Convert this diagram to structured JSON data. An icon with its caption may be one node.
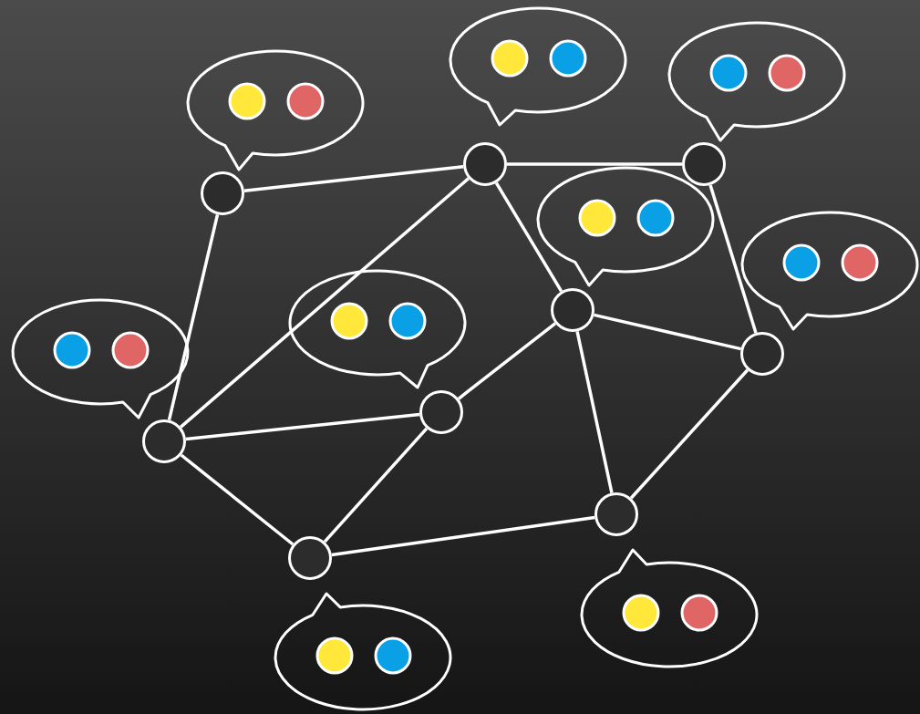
{
  "diagram": {
    "nodes": [
      {
        "text": [],
        "shape": "circle"
      },
      {
        "text": [],
        "shape": "circle"
      },
      {
        "text": [],
        "shape": "circle"
      },
      {
        "text": [],
        "shape": "circle"
      },
      {
        "text": [],
        "shape": "circle"
      },
      {
        "text": [],
        "shape": "circle"
      },
      {
        "text": [],
        "shape": "circle"
      },
      {
        "text": [],
        "shape": "circle"
      },
      {
        "text": [],
        "shape": "circle"
      }
    ],
    "edges": [
      {
        "from": 2,
        "to": 0,
        "arrow": "none"
      },
      {
        "from": 0,
        "to": 1,
        "arrow": "none"
      },
      {
        "from": 2,
        "to": 6,
        "arrow": "none"
      },
      {
        "from": 0,
        "to": 6,
        "arrow": "none"
      },
      {
        "from": 0,
        "to": 3,
        "arrow": "none"
      },
      {
        "from": 1,
        "to": 4,
        "arrow": "none"
      },
      {
        "from": 3,
        "to": 4,
        "arrow": "none"
      },
      {
        "from": 3,
        "to": 5,
        "arrow": "none"
      },
      {
        "from": 3,
        "to": 7,
        "arrow": "none"
      },
      {
        "from": 6,
        "to": 5,
        "arrow": "none"
      },
      {
        "from": 6,
        "to": 8,
        "arrow": "none"
      },
      {
        "from": 5,
        "to": 8,
        "arrow": "none"
      },
      {
        "from": 8,
        "to": 7,
        "arrow": "none"
      },
      {
        "from": 4,
        "to": 7,
        "arrow": "none"
      }
    ]
  }
}
